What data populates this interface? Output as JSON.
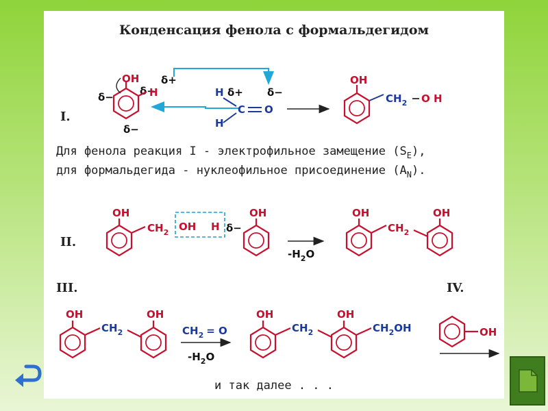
{
  "slide": {
    "title": "Конденсация фенола с формальдегидом",
    "roman": {
      "r1": "I.",
      "r2": "II.",
      "r3": "III.",
      "r4": "IV."
    },
    "explanation": {
      "line1": "Для фенола реакция I - электрофильное замещение (S",
      "line1_sub": "E",
      "line1_end": "),",
      "line2": "для формальдегида - нуклеофильное присоединение (A",
      "line2_sub": "N",
      "line2_end": ")."
    },
    "labels": {
      "oh": "OH",
      "h": "H",
      "o": "O",
      "c": "C",
      "ch2": "CH",
      "sub2": "2",
      "delta_plus": "δ+",
      "delta_minus": "δ−",
      "minus_h2o": "-H",
      "o_end": "O",
      "o_h": "O H",
      "ch2oh_tail": "OH",
      "ch2_eq": "CH",
      "eq_o": "= O",
      "double": "="
    },
    "footer": "и так далее . . ."
  },
  "controls": {
    "back_icon": "return-arrow-icon",
    "next_icon": "document-icon"
  },
  "colors": {
    "background_top": "#8fd43a",
    "atom_red": "#c8102e",
    "atom_blue": "#1a3a9c",
    "highlight_box": "#1ea0c8",
    "arrow_teal": "#22a8d8"
  }
}
